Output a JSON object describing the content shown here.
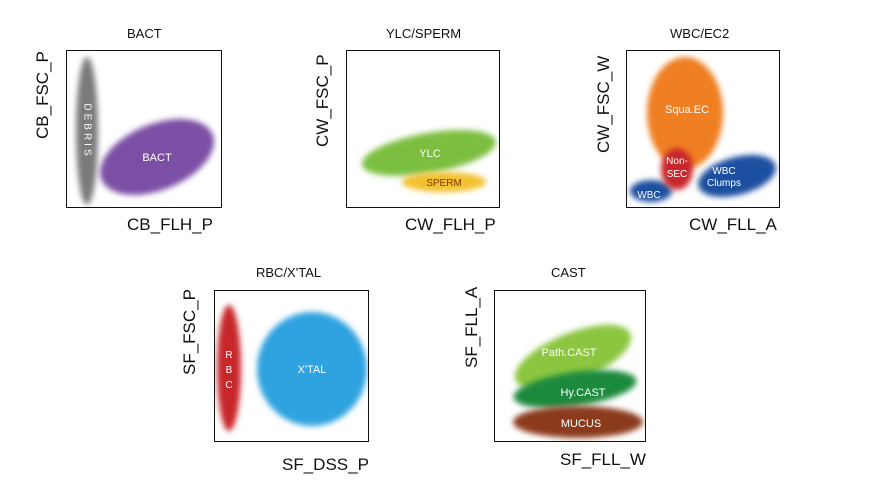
{
  "plots": [
    {
      "title": "BACT",
      "xlabel": "CB_FLH_P",
      "ylabel": "CB_FSC_P",
      "regions": [
        {
          "label": "DEBRIS",
          "color": "#7a7a7a"
        },
        {
          "label": "BACT",
          "color": "#7b4fa6"
        }
      ]
    },
    {
      "title": "YLC/SPERM",
      "xlabel": "CW_FLH_P",
      "ylabel": "CW_FSC_P",
      "regions": [
        {
          "label": "YLC",
          "color": "#7bbf3f"
        },
        {
          "label": "SPERM",
          "color": "#f2c12e"
        }
      ]
    },
    {
      "title": "WBC/EC2",
      "xlabel": "CW_FLL_A",
      "ylabel": "CW_FSC_W",
      "regions": [
        {
          "label": "Squa.EC",
          "color": "#ef7f22"
        },
        {
          "label": "Non-SEC",
          "color": "#c7282c"
        },
        {
          "label": "WBC Clumps",
          "color": "#1f4fa0"
        },
        {
          "label": "WBC",
          "color": "#1f4fa0"
        }
      ]
    },
    {
      "title": "RBC/X'TAL",
      "xlabel": "SF_DSS_P",
      "ylabel": "SF_FSC_P",
      "regions": [
        {
          "label": "RBC",
          "color": "#c7282c"
        },
        {
          "label": "X'TAL",
          "color": "#2fa3e0"
        }
      ]
    },
    {
      "title": "CAST",
      "xlabel": "SF_FLL_W",
      "ylabel": "SF_FLL_A",
      "regions": [
        {
          "label": "Path.CAST",
          "color": "#8cc63f"
        },
        {
          "label": "Hy.CAST",
          "color": "#1e8a3c"
        },
        {
          "label": "MUCUS",
          "color": "#8b3a1e"
        }
      ]
    }
  ]
}
